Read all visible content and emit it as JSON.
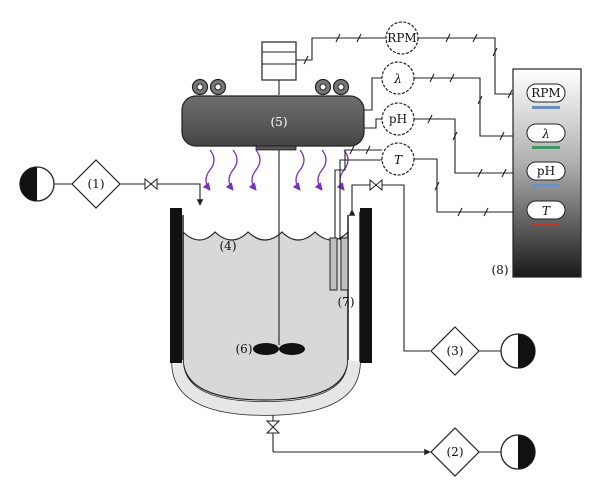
{
  "labels": {
    "feed1": "(1)",
    "feed2": "(2)",
    "feed3": "(3)",
    "liquid": "(4)",
    "lamp": "(5)",
    "impeller": "(6)",
    "probes": "(7)",
    "controller": "(8)"
  },
  "sensors": {
    "rpm": "RPM",
    "lambda": "λ",
    "ph": "pH",
    "temp": "T"
  },
  "colors": {
    "lamp_body": "#555555",
    "vessel_fill": "#d8d8d8",
    "controller_top": "#ffffff",
    "controller_bottom": "#1a1a1a",
    "light_ray": "#7b2fbf",
    "label_on_dark": "#ffffff"
  }
}
